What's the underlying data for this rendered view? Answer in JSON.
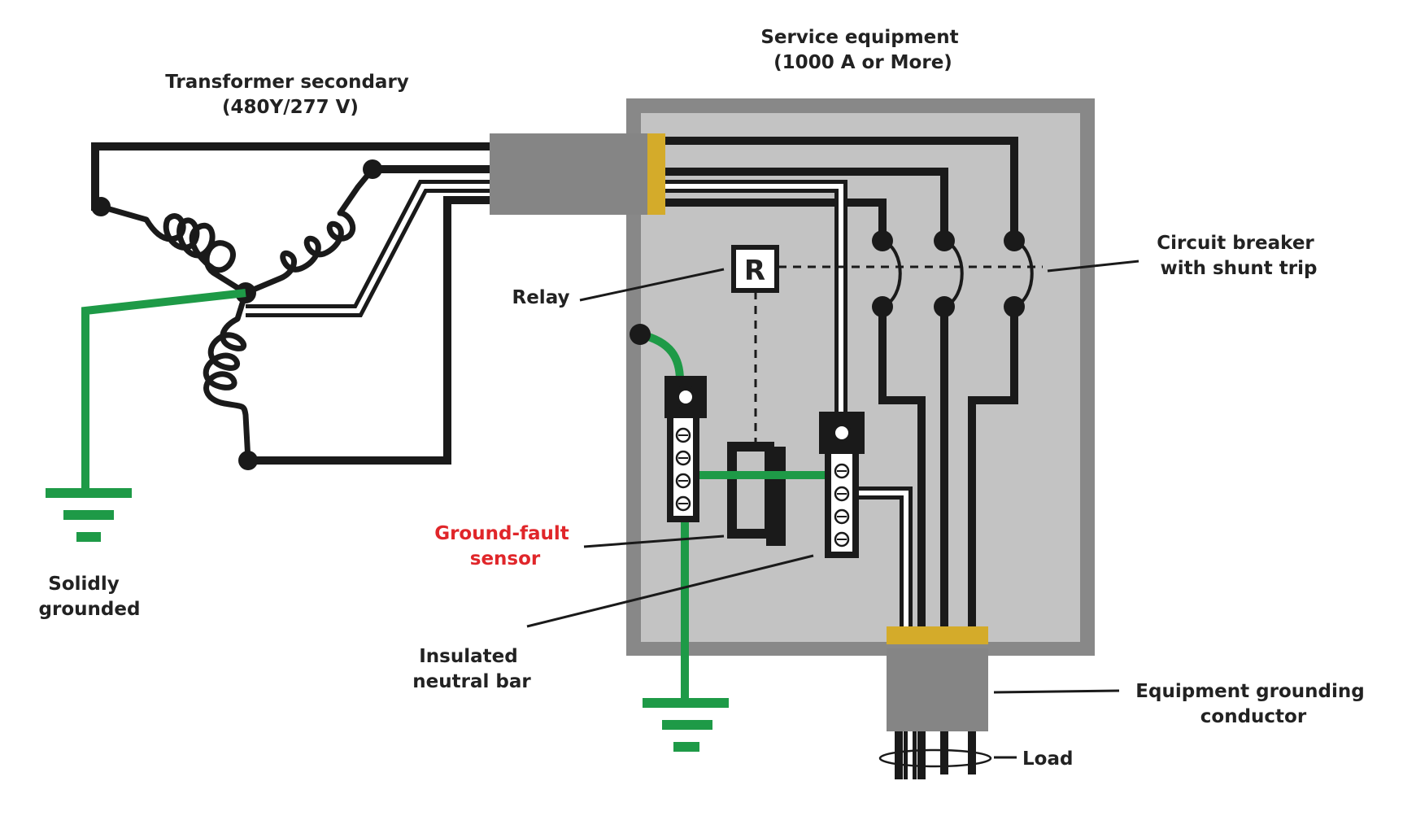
{
  "labels": {
    "transformer_line1": "Transformer secondary",
    "transformer_line2": "(480Y/277 V)",
    "service_line1": "Service equipment",
    "service_line2": "(1000 A or More)",
    "breaker_line1": "Circuit breaker",
    "breaker_line2": "with shunt trip",
    "relay": "Relay",
    "relay_symbol": "R",
    "gfs_line1": "Ground-fault",
    "gfs_line2": "sensor",
    "neutral_line1": "Insulated",
    "neutral_line2": "neutral bar",
    "egc_line1": "Equipment grounding",
    "egc_line2": "conductor",
    "load": "Load",
    "solid_line1": "Solidly",
    "solid_line2": "grounded"
  },
  "colors": {
    "wire": "#1a1a1a",
    "ground": "#1e9a47",
    "enclosure_outer": "#888888",
    "enclosure_inner": "#c3c3c3",
    "conduit": "#858585",
    "bushing": "#d4ab2a",
    "fault_label": "#e0262a"
  }
}
